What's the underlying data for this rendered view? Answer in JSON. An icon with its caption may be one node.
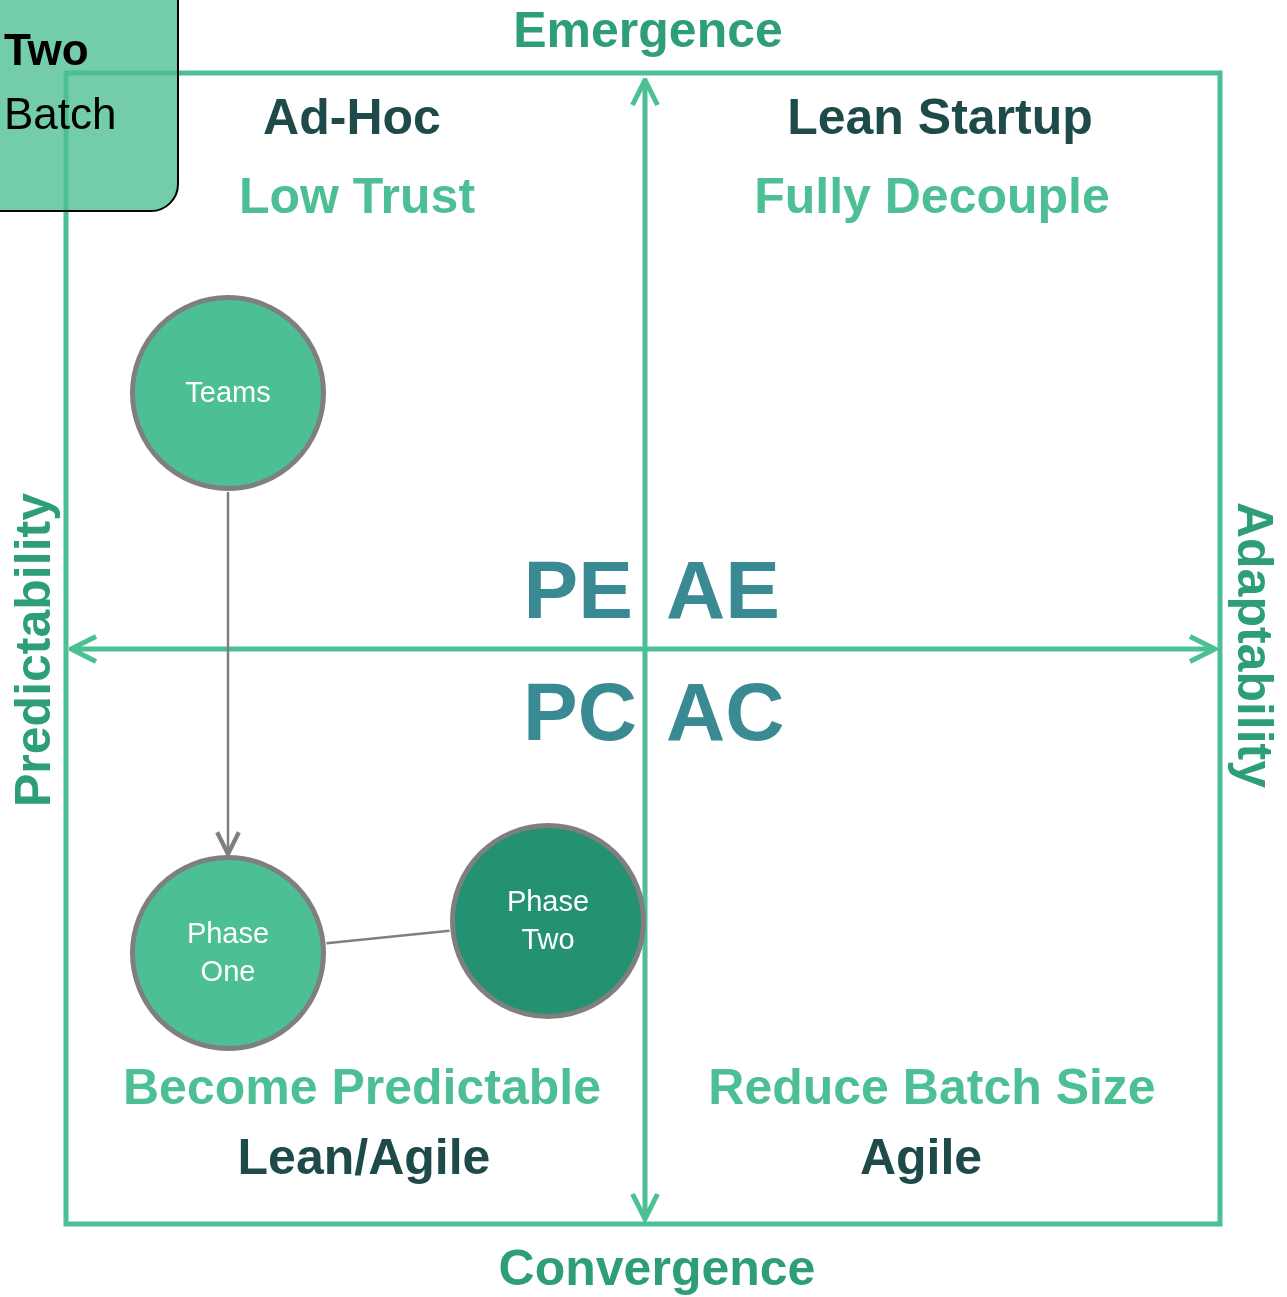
{
  "diagram": {
    "nodes": [
      {
        "text": [
          "Two",
          "Batch"
        ]
      },
      {
        "text": [
          "Teams"
        ]
      },
      {
        "text": [
          "Phase One"
        ]
      },
      {
        "text": [
          "Phase Two"
        ]
      }
    ],
    "edges": [
      {
        "from": 1,
        "to": 2,
        "arrow": "to"
      },
      {
        "from": 2,
        "to": 3,
        "arrow": "none"
      }
    ],
    "labels": [
      "Emergence",
      "Ad-Hoc",
      "Lean Startup",
      "Low Trust",
      "Fully Decouple",
      "Predictability",
      "PE",
      "AE",
      "PC",
      "AC",
      "Adaptability",
      "Become Predictable",
      "Reduce Batch Size",
      "Lean/Agile",
      "Agile",
      "Convergence"
    ]
  }
}
